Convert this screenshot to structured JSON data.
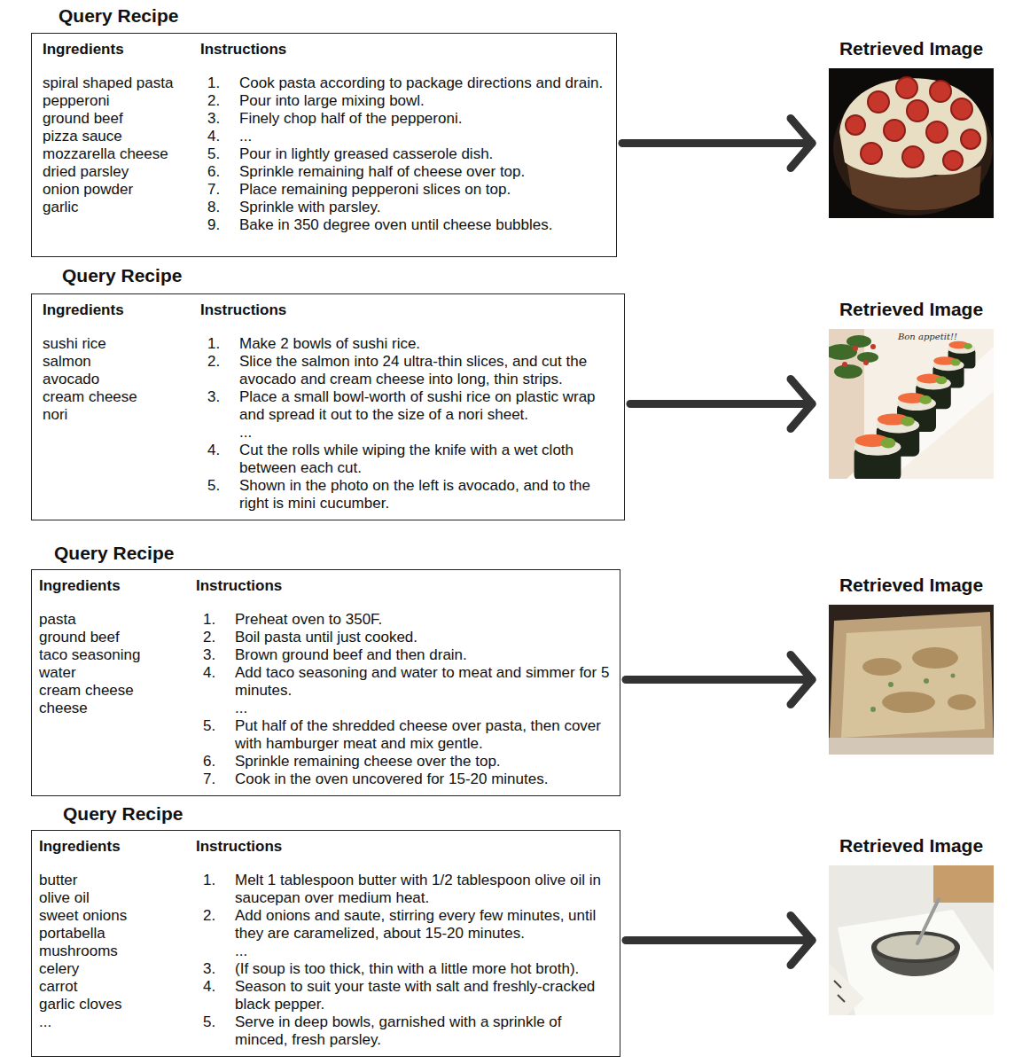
{
  "diagram": {
    "nodes": [
      {
        "text": [
          "Query Recipe",
          "Ingredients",
          "Instructions",
          "spiral shaped pasta",
          "pepperoni",
          "ground beef",
          "pizza sauce",
          "mozzarella cheese",
          "dried parsley",
          "onion powder",
          "garlic",
          "1.",
          "Cook pasta according to package directions and drain.",
          "2.",
          "Pour into large mixing bowl.",
          "3.",
          "Finely chop half of the pepperoni.",
          "4.",
          "...",
          "5.",
          "Pour in lightly greased casserole dish.",
          "6.",
          "Sprinkle remaining half of cheese over top.",
          "7.",
          "Place remaining pepperoni slices on top.",
          "8.",
          "Sprinkle with parsley.",
          "9.",
          "Bake in 350 degree oven until cheese bubbles."
        ]
      },
      {
        "text": [
          "Retrieved Image"
        ]
      },
      {
        "text": [
          "Query Recipe",
          "Ingredients",
          "Instructions",
          "sushi rice",
          "salmon",
          "avocado",
          "cream cheese",
          "nori",
          "1.",
          "Make 2 bowls of sushi rice.",
          "2.",
          "Slice the salmon into 24 ultra-thin slices, and cut the avocado and cream cheese into long, thin strips.",
          "3.",
          "Place a small bowl-worth of sushi rice on plastic wrap and spread it out to the size of a nori sheet.",
          "...",
          "4.",
          "Cut the rolls while wiping the knife with a wet cloth between each cut.",
          "5.",
          "Shown in the photo on the left is avocado, and to the right is mini cucumber."
        ]
      },
      {
        "text": [
          "Retrieved Image"
        ]
      },
      {
        "text": [
          "Query Recipe",
          "Ingredients",
          "Instructions",
          "pasta",
          "ground beef",
          "taco seasoning",
          "water",
          "cream cheese",
          "cheese",
          "1.",
          "Preheat oven to 350F.",
          "2.",
          "Boil pasta until just cooked.",
          "3.",
          "Brown ground beef and then drain.",
          "4.",
          "Add taco seasoning and water to meat and simmer for 5 minutes.",
          "...",
          "5.",
          "Put half of the shredded cheese over pasta, then cover with hamburger meat and mix gentle.",
          "6.",
          "Sprinkle remaining cheese over the top.",
          "7.",
          "Cook in the oven uncovered for 15-20 minutes."
        ]
      },
      {
        "text": [
          "Retrieved Image"
        ]
      },
      {
        "text": [
          "Query Recipe",
          "Ingredients",
          "Instructions",
          "butter",
          "olive oil",
          "sweet onions",
          "portabella mushrooms",
          "celery",
          "carrot",
          "garlic cloves",
          "...",
          "1.",
          "Melt 1 tablespoon butter with 1/2 tablespoon olive oil in saucepan over medium heat.",
          "2.",
          "Add onions and saute, stirring every few minutes, until they are caramelized, about 15-20 minutes.",
          "...",
          "3.",
          "(If soup is too thick, thin with a little more hot broth).",
          "4.",
          "Season to suit your taste with salt and freshly-cracked black pepper.",
          "5.",
          "Serve in deep bowls, garnished with a sprinkle of minced, fresh parsley."
        ]
      },
      {
        "text": [
          "Retrieved Image"
        ]
      }
    ],
    "edges": [
      {
        "from": 0,
        "to": 1,
        "arrow": "to"
      },
      {
        "from": 2,
        "to": 3,
        "arrow": "to"
      },
      {
        "from": 4,
        "to": 5,
        "arrow": "to"
      },
      {
        "from": 6,
        "to": 7,
        "arrow": "to"
      }
    ],
    "labels": [
      "Bon appetit!!"
    ]
  }
}
